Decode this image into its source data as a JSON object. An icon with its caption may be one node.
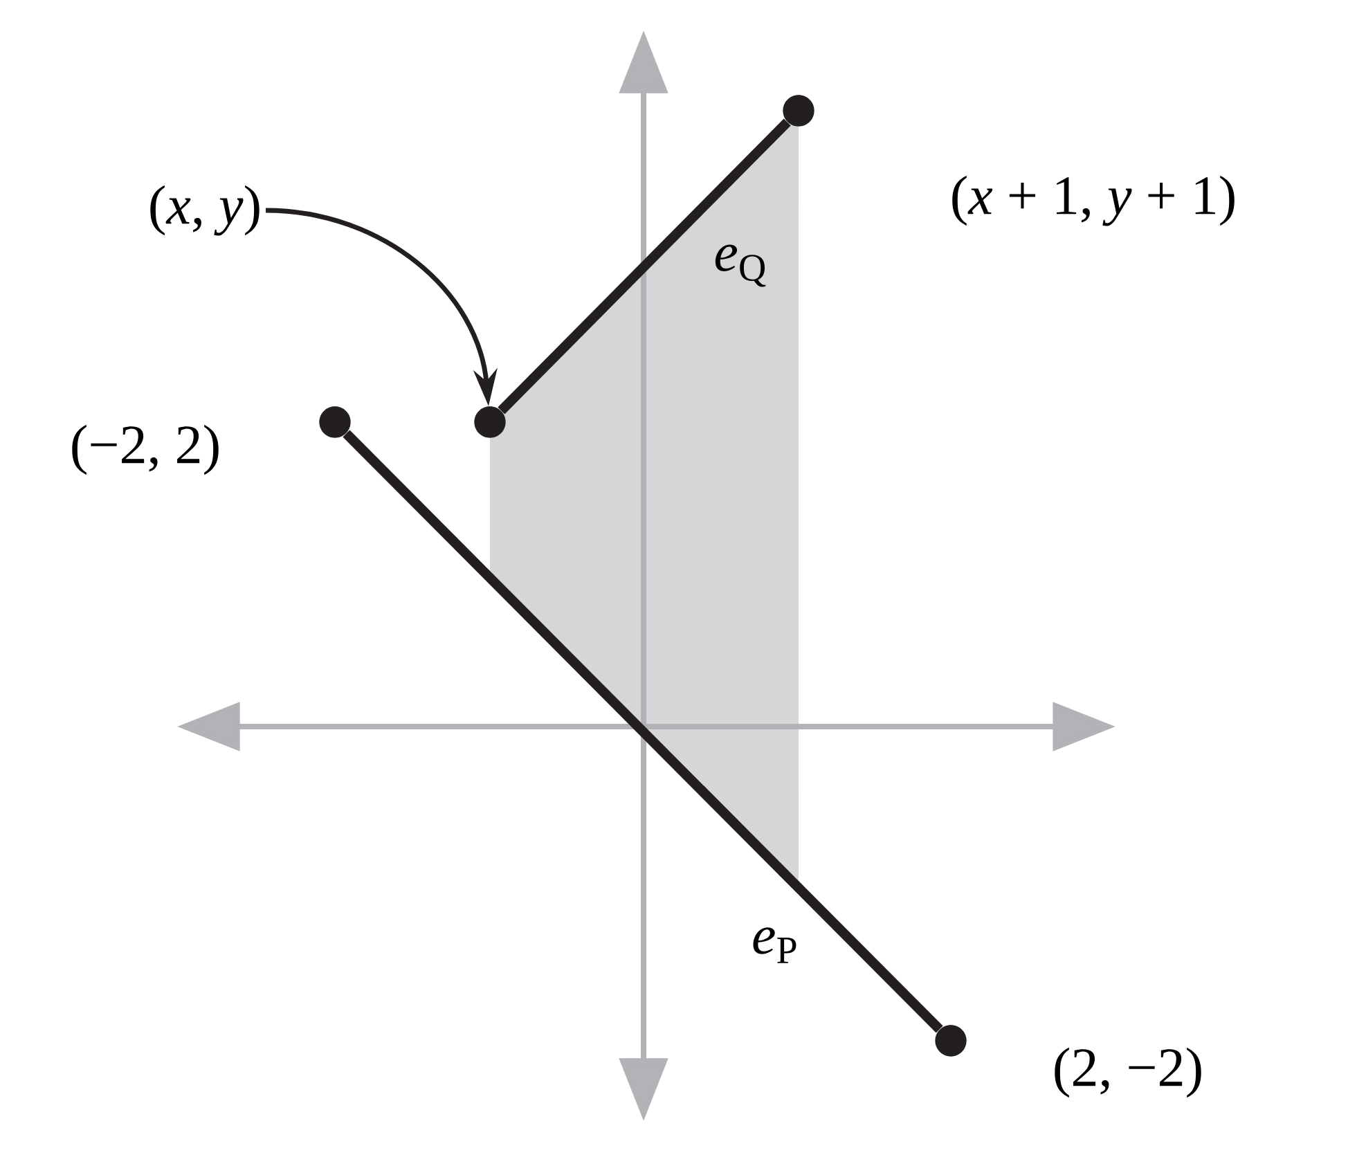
{
  "diagram": {
    "nodes": [
      {
        "text": [
          "(*x*, *y*)"
        ]
      },
      {
        "text": [],
        "shape": "circle"
      },
      {
        "text": [],
        "shape": "circle",
        "beside": [
          "(*x* + 1, *y* + 1)"
        ]
      },
      {
        "text": [],
        "shape": "circle",
        "beside": [
          "(−2, 2)"
        ]
      },
      {
        "text": [],
        "shape": "circle",
        "beside": [
          "(2, −2)"
        ]
      }
    ],
    "edges": [
      {
        "from": 0,
        "to": 1,
        "arrow": "to"
      },
      {
        "from": 1,
        "to": 2,
        "arrow": "none",
        "label": "*e*$_{Q}$"
      },
      {
        "from": 3,
        "to": 4,
        "arrow": "none",
        "label": "*e*$_{P}$"
      }
    ]
  }
}
